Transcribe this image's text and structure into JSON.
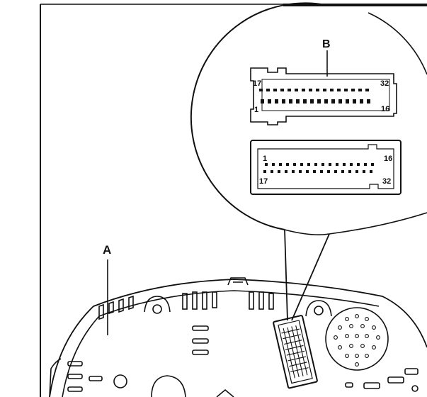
{
  "callouts": {
    "housing": "A",
    "connector": "B"
  },
  "plug": {
    "top_left_pin": "17",
    "top_right_pin": "32",
    "bottom_left_pin": "1",
    "bottom_right_pin": "16"
  },
  "socket": {
    "top_left_pin": "1",
    "top_right_pin": "16",
    "bottom_left_pin": "17",
    "bottom_right_pin": "32"
  },
  "colors": {
    "line": "#111111",
    "background": "#ffffff"
  }
}
